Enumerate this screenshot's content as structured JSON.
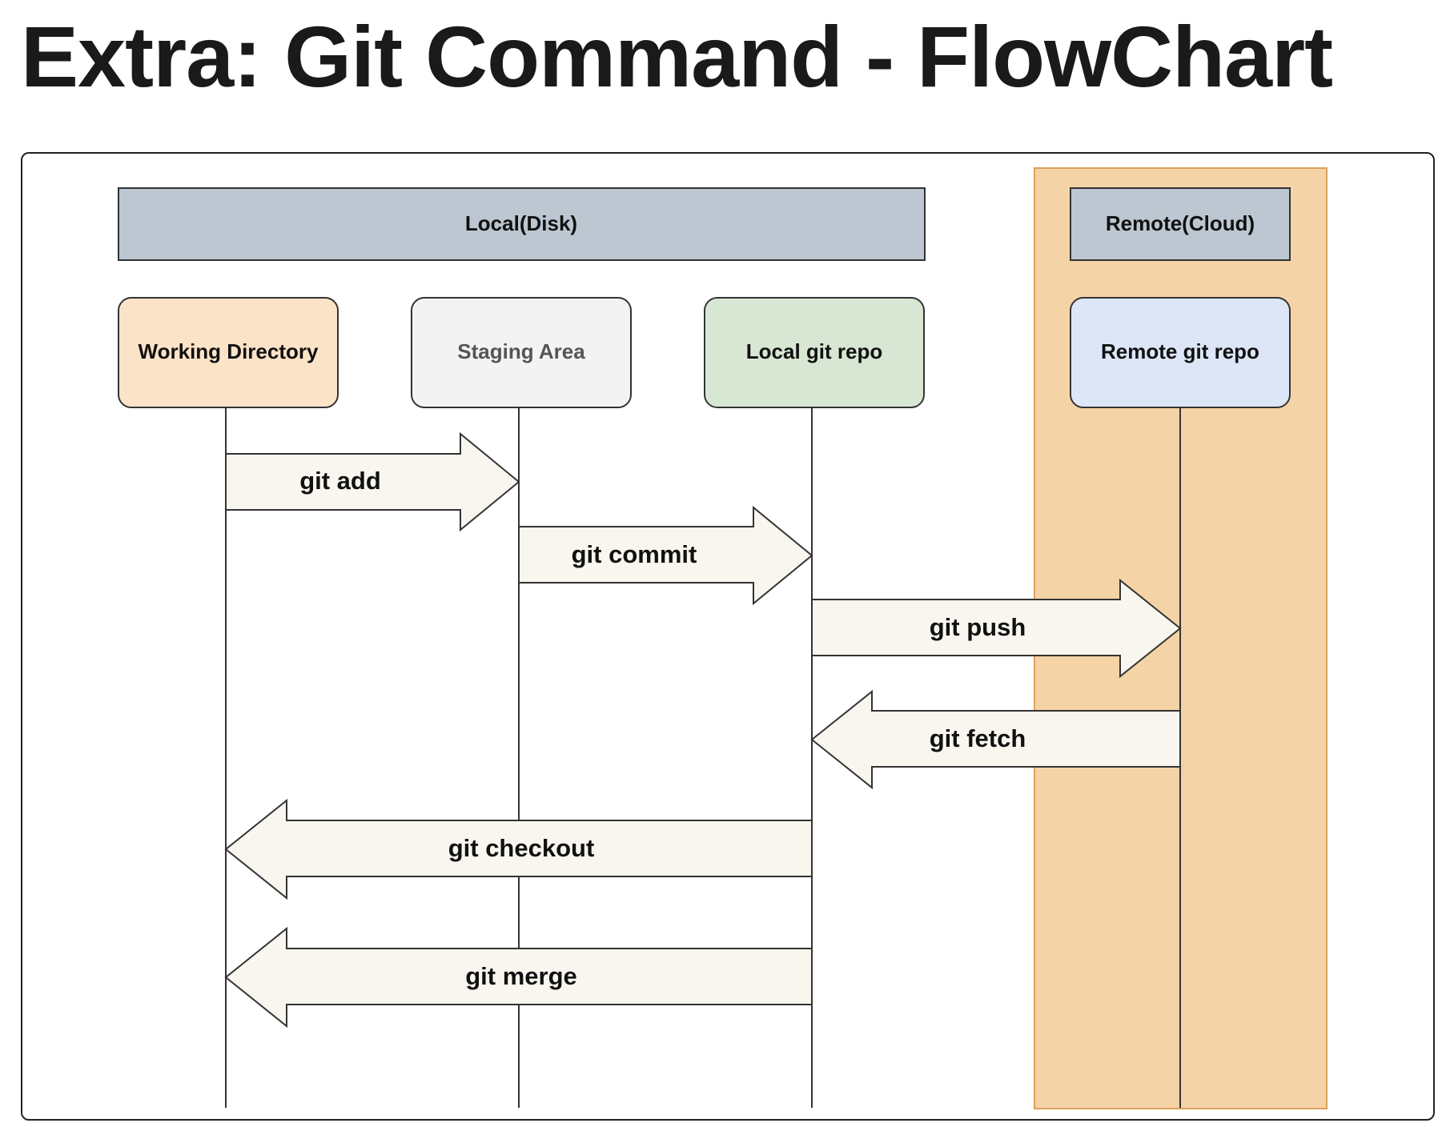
{
  "page": {
    "title": "Extra: Git Command - FlowChart"
  },
  "colors": {
    "group_header_fill": "#bcc7d1",
    "remote_column_fill": "#f4d3a6",
    "remote_column_stroke": "#d9a25a",
    "arrow_fill": "#f8f6ee",
    "lifeline": "#333333",
    "text": "#111111"
  },
  "groups": [
    {
      "id": "local",
      "label": "Local(Disk)"
    },
    {
      "id": "remote",
      "label": "Remote(Cloud)"
    }
  ],
  "actors": [
    {
      "id": "working",
      "label": "Working Directory",
      "fill": "#fbe3c8",
      "text_color": "#111111"
    },
    {
      "id": "staging",
      "label": "Staging Area",
      "fill": "#f3f3f3",
      "text_color": "#555555"
    },
    {
      "id": "localrepo",
      "label": "Local git repo",
      "fill": "#d8e7d3",
      "text_color": "#111111"
    },
    {
      "id": "remoterepo",
      "label": "Remote git repo",
      "fill": "#dce6f7",
      "text_color": "#111111"
    }
  ],
  "commands": [
    {
      "label": "git add",
      "from": "working",
      "to": "staging"
    },
    {
      "label": "git commit",
      "from": "staging",
      "to": "localrepo"
    },
    {
      "label": "git push",
      "from": "localrepo",
      "to": "remoterepo"
    },
    {
      "label": "git fetch",
      "from": "remoterepo",
      "to": "localrepo"
    },
    {
      "label": "git checkout",
      "from": "localrepo",
      "to": "working"
    },
    {
      "label": "git merge",
      "from": "localrepo",
      "to": "working"
    }
  ]
}
